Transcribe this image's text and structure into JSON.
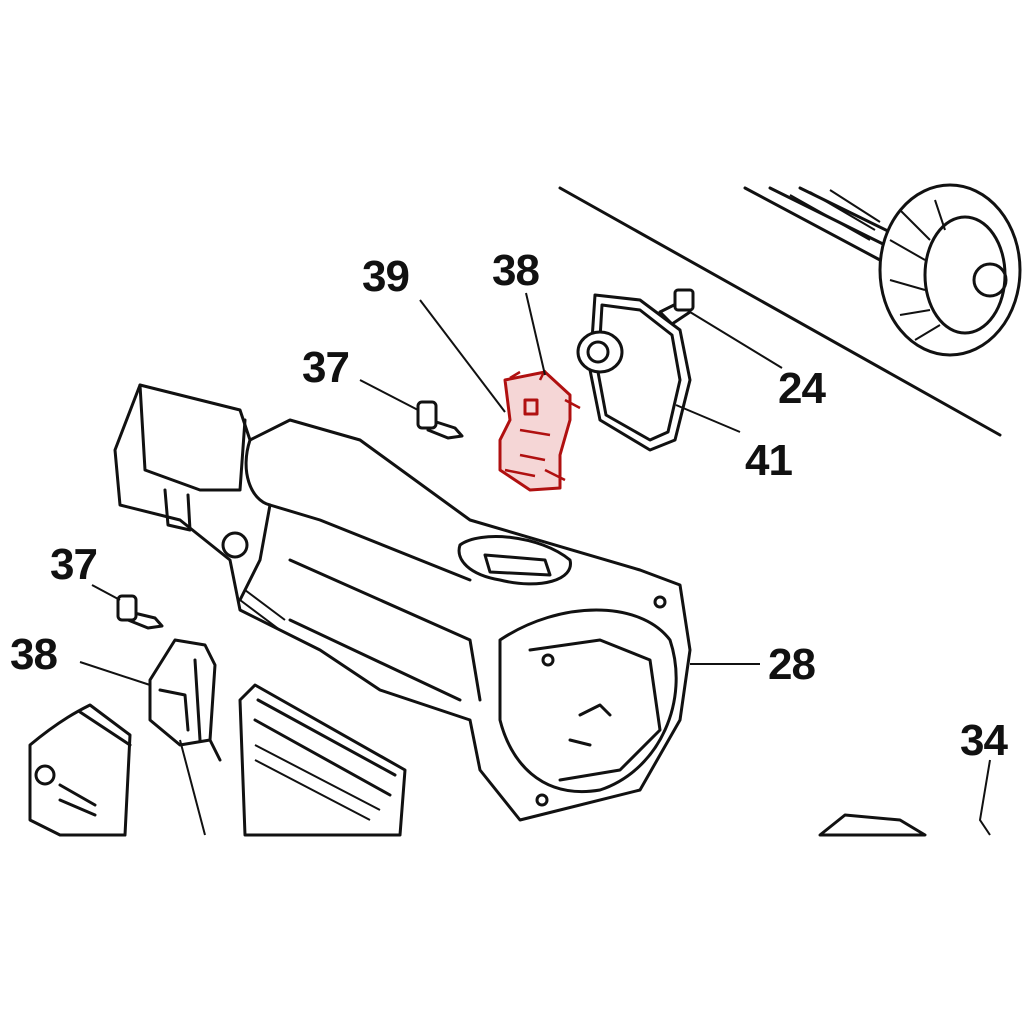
{
  "diagram": {
    "highlight_color": "#b01010",
    "callouts": [
      {
        "id": "c39",
        "label": "39"
      },
      {
        "id": "c38",
        "label": "38"
      },
      {
        "id": "c37a",
        "label": "37"
      },
      {
        "id": "c24",
        "label": "24"
      },
      {
        "id": "c41",
        "label": "41"
      },
      {
        "id": "c37b",
        "label": "37"
      },
      {
        "id": "c38b",
        "label": "38"
      },
      {
        "id": "c28",
        "label": "28"
      },
      {
        "id": "c34",
        "label": "34"
      }
    ]
  }
}
